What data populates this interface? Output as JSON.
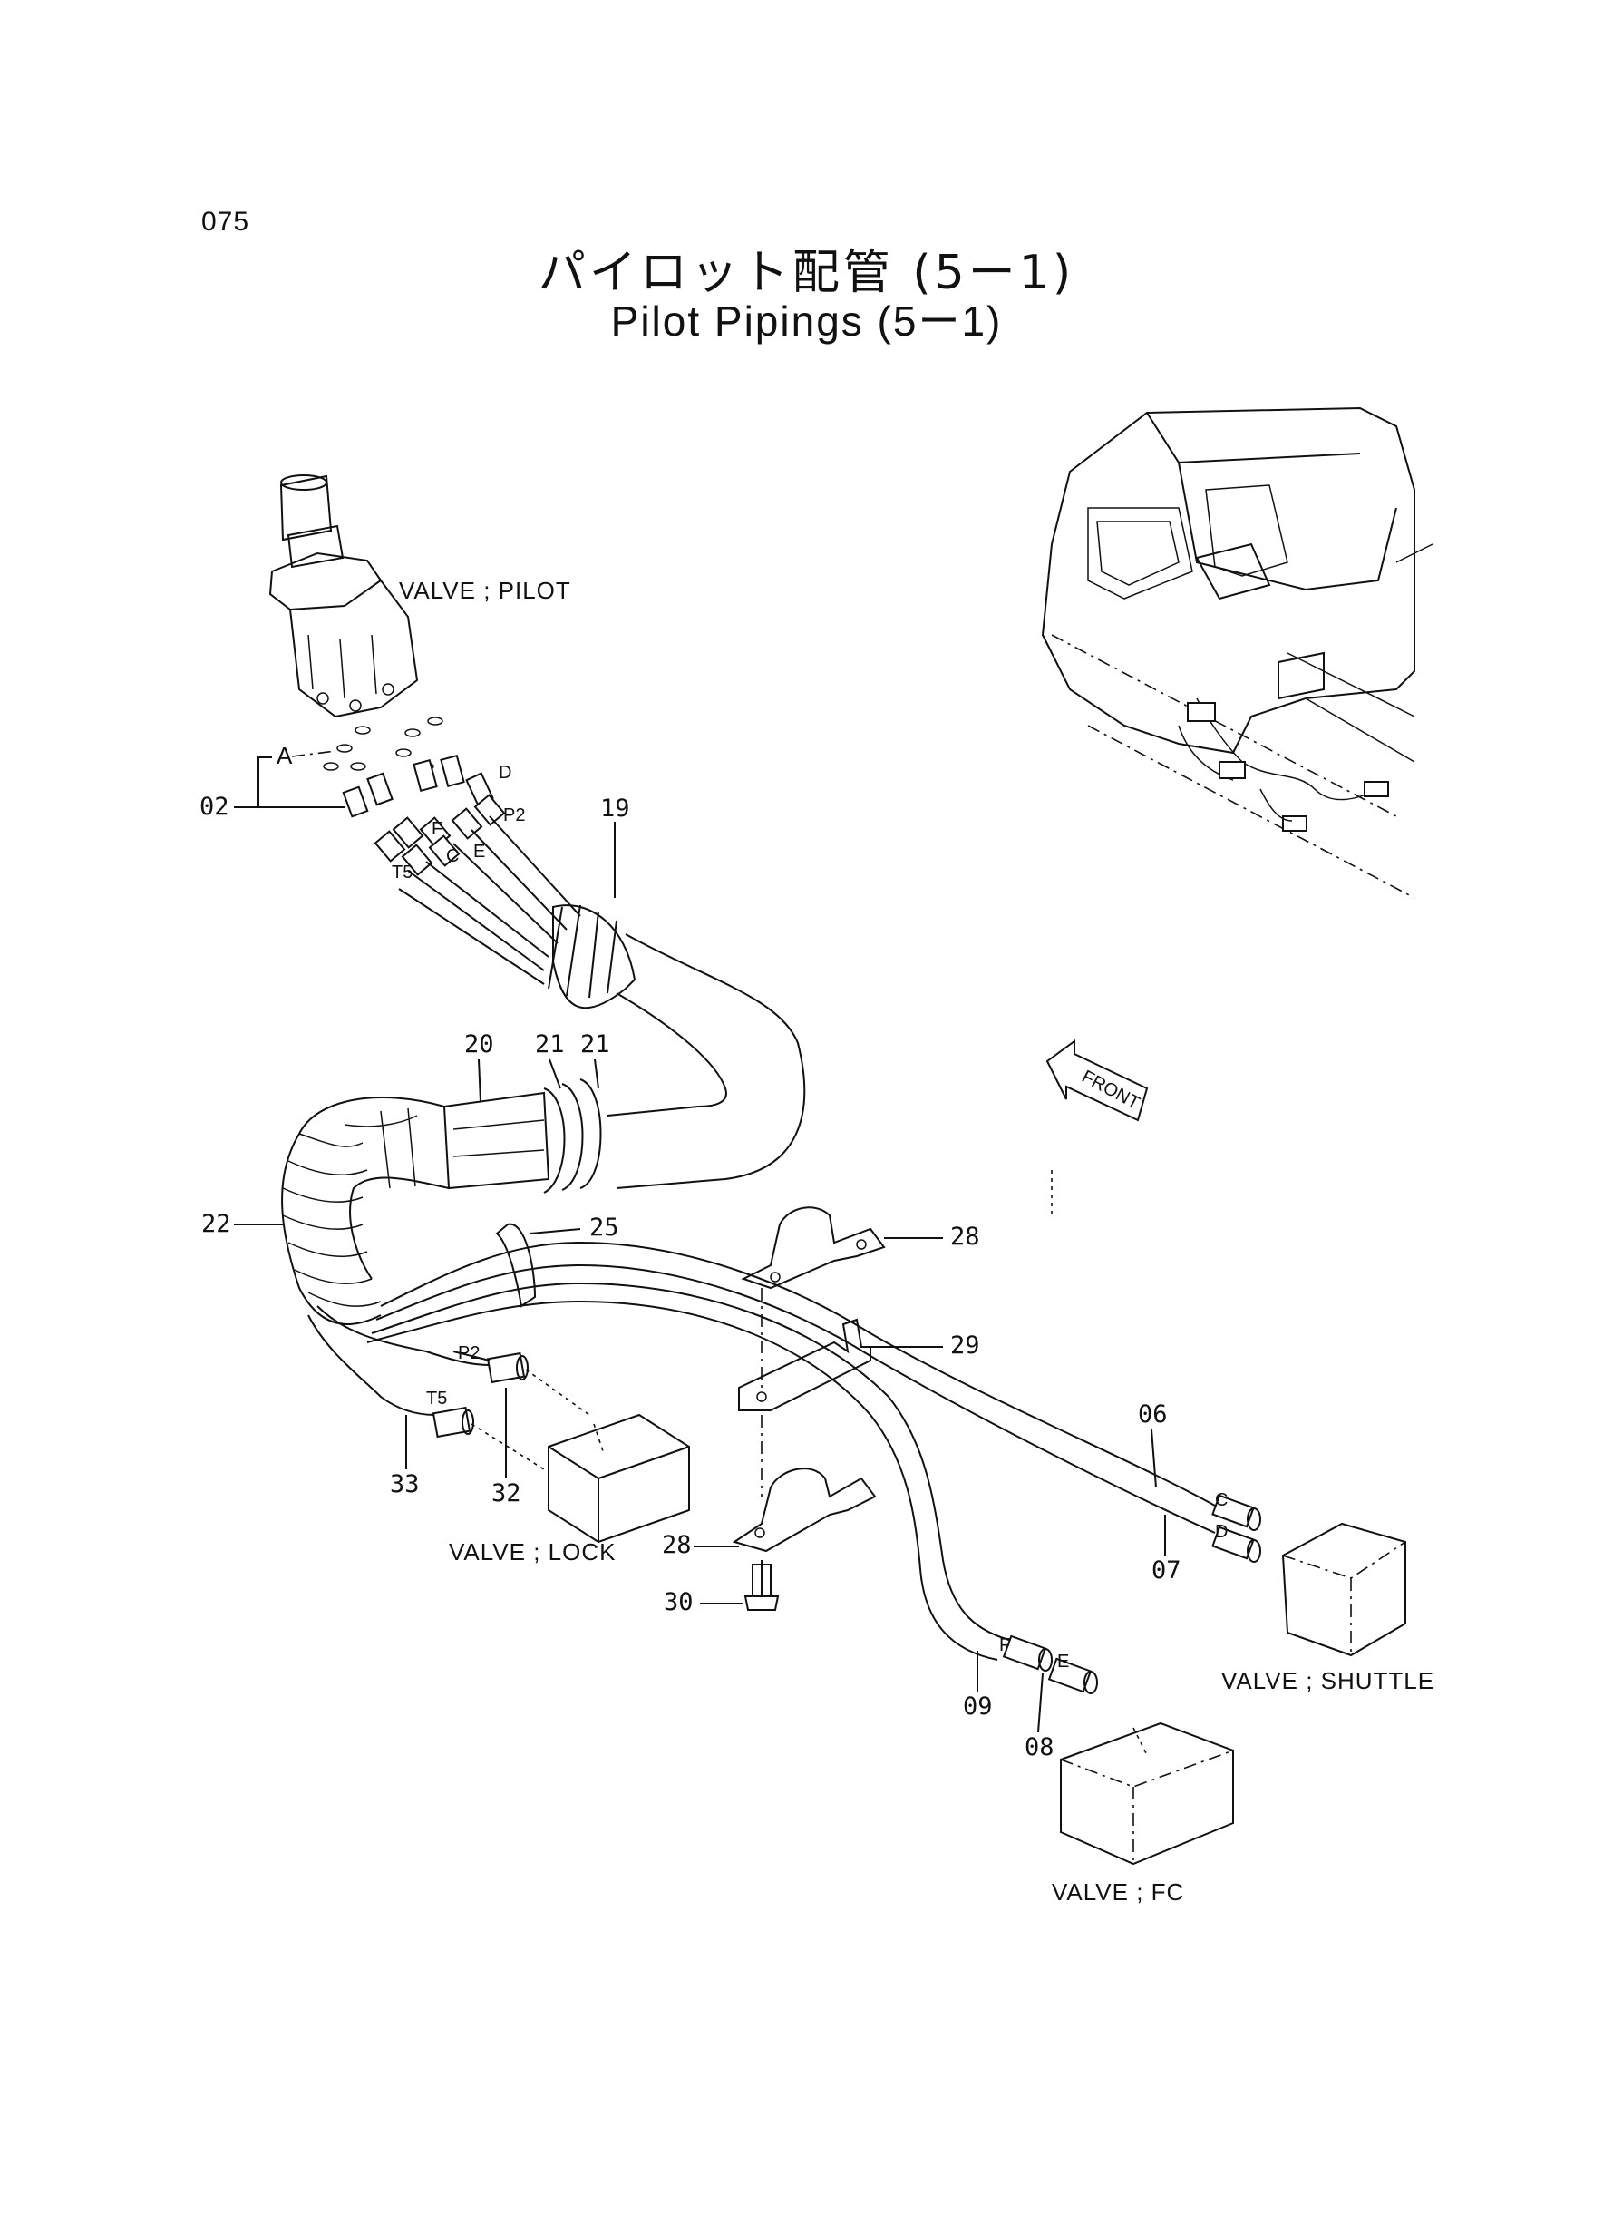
{
  "page_number": "075",
  "title": {
    "japanese": "パイロット配管 (5ー1)",
    "english": "Pilot Pipings (5ー1)"
  },
  "components": {
    "valve_pilot": "VALVE ; PILOT",
    "valve_lock": "VALVE ; LOCK",
    "valve_shuttle": "VALVE ; SHUTTLE",
    "valve_fc": "VALVE ; FC",
    "front": "FRONT"
  },
  "callouts": {
    "c02": "02",
    "c19": "19",
    "c20": "20",
    "c21a": "21",
    "c21b": "21",
    "c22": "22",
    "c25": "25",
    "c28a": "28",
    "c28b": "28",
    "c29": "29",
    "c30": "30",
    "c06": "06",
    "c07": "07",
    "c08": "08",
    "c09": "09",
    "c32": "32",
    "c33": "33"
  },
  "port_labels": {
    "a": "A",
    "d": "D",
    "p2_top": "P2",
    "e_top": "E",
    "f_top": "F",
    "c_top": "C",
    "t5_top": "T5",
    "p2_low": "P2",
    "t5_low": "T5",
    "c_shuttle": "C",
    "d_shuttle": "D",
    "f_fc": "F",
    "e_fc": "E"
  }
}
